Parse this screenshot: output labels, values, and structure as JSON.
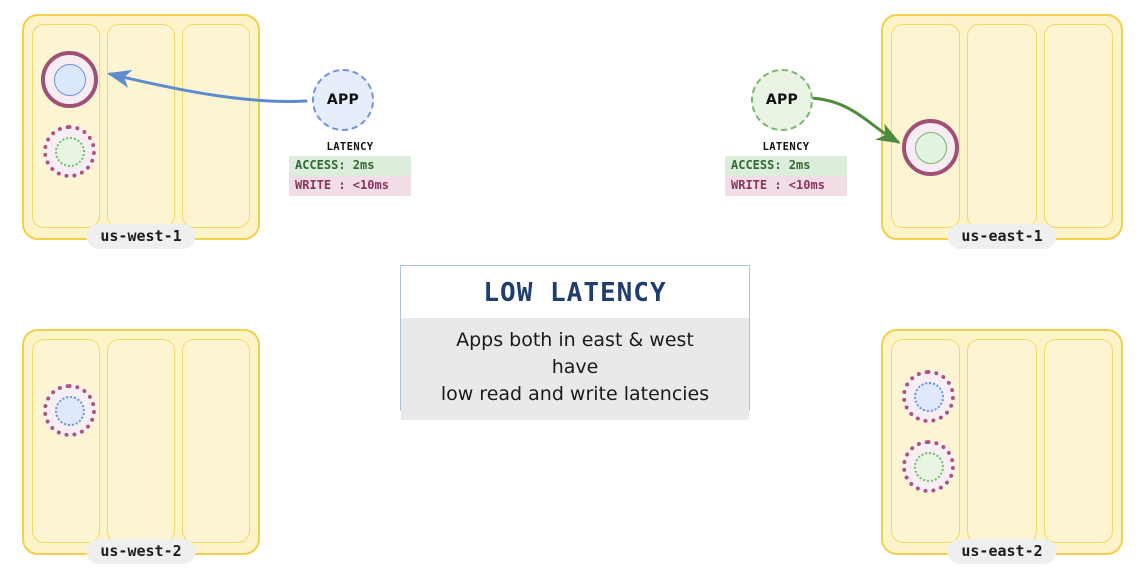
{
  "regions": [
    {
      "id": "us-west-1",
      "label": "us-west-1",
      "columns": 3,
      "replicas": [
        {
          "style": "solid",
          "core": "blue",
          "column": 1
        },
        {
          "style": "dotted",
          "core": "green",
          "column": 1
        }
      ]
    },
    {
      "id": "us-east-1",
      "label": "us-east-1",
      "columns": 3,
      "replicas": [
        {
          "style": "solid",
          "core": "green",
          "column": 1
        }
      ]
    },
    {
      "id": "us-west-2",
      "label": "us-west-2",
      "columns": 3,
      "replicas": [
        {
          "style": "dotted",
          "core": "blue",
          "column": 1
        }
      ]
    },
    {
      "id": "us-east-2",
      "label": "us-east-2",
      "columns": 3,
      "replicas": [
        {
          "style": "dotted",
          "core": "blue",
          "column": 1
        },
        {
          "style": "dotted",
          "core": "green",
          "column": 1
        }
      ]
    }
  ],
  "apps": [
    {
      "id": "app-west",
      "label": "APP",
      "color": "blue",
      "latency": {
        "title": "LATENCY",
        "access": "ACCESS: 2ms",
        "write": "WRITE : <10ms"
      }
    },
    {
      "id": "app-east",
      "label": "APP",
      "color": "green",
      "latency": {
        "title": "LATENCY",
        "access": "ACCESS: 2ms",
        "write": "WRITE : <10ms"
      }
    }
  ],
  "callout": {
    "title": "LOW  LATENCY",
    "line1": "Apps both in east & west",
    "line2": "have",
    "line3": "low read and write latencies"
  },
  "colors": {
    "region_fill": "#fdf3c8",
    "region_border": "#f3cf4a",
    "zone_fill": "#fdf5d2",
    "zone_border": "#f5d765",
    "replica_ring": "#9e5077",
    "replica_fill": "#f6ecf2",
    "core_blue": "#dce8fb",
    "core_green": "#e3f3e0",
    "app_blue_fill": "#e6eefb",
    "app_blue_border": "#6d95de",
    "app_green_fill": "#e9f4e4",
    "app_green_border": "#79b66f",
    "arrow_blue": "#5b8cd0",
    "arrow_green": "#4e8b3e",
    "access_bg": "#dceedb",
    "access_fg": "#2f6b33",
    "write_bg": "#f1dde6",
    "write_fg": "#8c3361",
    "callout_title": "#1f3d6e",
    "callout_body_bg": "#e9e9e9",
    "callout_border": "#a9c3dd",
    "label_pill_bg": "#efefef"
  }
}
